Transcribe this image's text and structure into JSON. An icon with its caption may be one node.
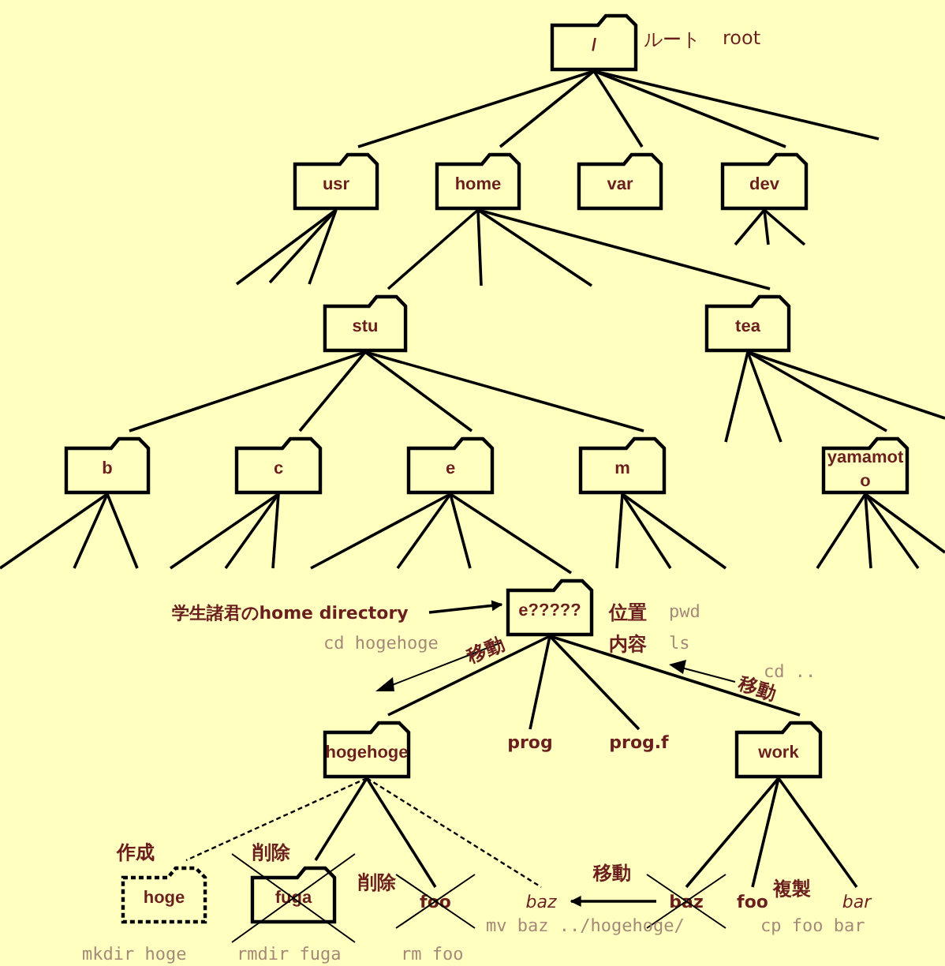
{
  "diagram": {
    "nodes": [
      {
        "text": [
          "/"
        ],
        "beside": [
          "ルート",
          "root"
        ]
      },
      {
        "text": [
          "usr"
        ]
      },
      {
        "text": [
          "home"
        ]
      },
      {
        "text": [
          "var"
        ]
      },
      {
        "text": [
          "dev"
        ]
      },
      {
        "text": [
          "stu"
        ]
      },
      {
        "text": [
          "tea"
        ]
      },
      {
        "text": [
          "b"
        ]
      },
      {
        "text": [
          "c"
        ]
      },
      {
        "text": [
          "e"
        ]
      },
      {
        "text": [
          "m"
        ]
      },
      {
        "text": [
          "yamamoto"
        ]
      },
      {
        "text": [
          "e?????"
        ]
      },
      {
        "text": [
          "学生諸君のhome directory"
        ]
      },
      {
        "text": [
          "hogehoge"
        ]
      },
      {
        "text": [
          "prog"
        ]
      },
      {
        "text": [
          "prog.f"
        ]
      },
      {
        "text": [
          "work"
        ]
      },
      {
        "text": [
          "hoge"
        ]
      },
      {
        "text": [
          "fuga"
        ]
      },
      {
        "text": [
          "foo"
        ]
      },
      {
        "text": [
          "baz"
        ]
      },
      {
        "text": [
          "baz"
        ]
      },
      {
        "text": [
          "foo"
        ]
      },
      {
        "text": [
          "bar"
        ]
      }
    ],
    "edges": [
      {
        "from": 0,
        "to": 1,
        "arrow": "none"
      },
      {
        "from": 0,
        "to": 2,
        "arrow": "none"
      },
      {
        "from": 0,
        "to": 3,
        "arrow": "none"
      },
      {
        "from": 0,
        "to": 4,
        "arrow": "none"
      },
      {
        "from": 0,
        "to": null,
        "arrow": "none"
      },
      {
        "from": 1,
        "to": null,
        "arrow": "none"
      },
      {
        "from": 1,
        "to": null,
        "arrow": "none"
      },
      {
        "from": 1,
        "to": null,
        "arrow": "none"
      },
      {
        "from": 2,
        "to": 5,
        "arrow": "none"
      },
      {
        "from": 2,
        "to": null,
        "arrow": "none"
      },
      {
        "from": 2,
        "to": null,
        "arrow": "none"
      },
      {
        "from": 2,
        "to": 6,
        "arrow": "none"
      },
      {
        "from": 4,
        "to": null,
        "arrow": "none"
      },
      {
        "from": 4,
        "to": null,
        "arrow": "none"
      },
      {
        "from": 4,
        "to": null,
        "arrow": "none"
      },
      {
        "from": 5,
        "to": 7,
        "arrow": "none"
      },
      {
        "from": 5,
        "to": 8,
        "arrow": "none"
      },
      {
        "from": 5,
        "to": 9,
        "arrow": "none"
      },
      {
        "from": 5,
        "to": 10,
        "arrow": "none"
      },
      {
        "from": 6,
        "to": null,
        "arrow": "none"
      },
      {
        "from": 6,
        "to": null,
        "arrow": "none"
      },
      {
        "from": 6,
        "to": 11,
        "arrow": "none"
      },
      {
        "from": 6,
        "to": null,
        "arrow": "none"
      },
      {
        "from": 7,
        "to": null,
        "arrow": "none"
      },
      {
        "from": 7,
        "to": null,
        "arrow": "none"
      },
      {
        "from": 7,
        "to": null,
        "arrow": "none"
      },
      {
        "from": 8,
        "to": null,
        "arrow": "none"
      },
      {
        "from": 8,
        "to": null,
        "arrow": "none"
      },
      {
        "from": 8,
        "to": null,
        "arrow": "none"
      },
      {
        "from": 9,
        "to": null,
        "arrow": "none"
      },
      {
        "from": 9,
        "to": null,
        "arrow": "none"
      },
      {
        "from": 9,
        "to": null,
        "arrow": "none"
      },
      {
        "from": 9,
        "to": 12,
        "arrow": "none"
      },
      {
        "from": 10,
        "to": null,
        "arrow": "none"
      },
      {
        "from": 10,
        "to": null,
        "arrow": "none"
      },
      {
        "from": 10,
        "to": null,
        "arrow": "none"
      },
      {
        "from": 11,
        "to": null,
        "arrow": "none"
      },
      {
        "from": 11,
        "to": null,
        "arrow": "none"
      },
      {
        "from": 11,
        "to": null,
        "arrow": "none"
      },
      {
        "from": 11,
        "to": null,
        "arrow": "none"
      },
      {
        "from": 13,
        "to": 12,
        "arrow": "to"
      },
      {
        "from": 12,
        "to": 14,
        "arrow": "none"
      },
      {
        "from": 12,
        "to": 15,
        "arrow": "none"
      },
      {
        "from": 12,
        "to": 16,
        "arrow": "none"
      },
      {
        "from": 12,
        "to": 17,
        "arrow": "none"
      },
      {
        "from": 14,
        "to": 18,
        "arrow": "none",
        "style": "dashed"
      },
      {
        "from": 14,
        "to": 19,
        "arrow": "none"
      },
      {
        "from": 14,
        "to": 20,
        "arrow": "none"
      },
      {
        "from": 14,
        "to": 21,
        "arrow": "none",
        "style": "dashed"
      },
      {
        "from": 17,
        "to": 22,
        "arrow": "none"
      },
      {
        "from": 17,
        "to": 23,
        "arrow": "none"
      },
      {
        "from": 17,
        "to": 24,
        "arrow": "none"
      },
      {
        "from": 22,
        "to": 21,
        "arrow": "to",
        "label": "移動"
      }
    ],
    "labels": [
      "cd hogehoge",
      "位置",
      "pwd",
      "内容",
      "ls",
      "移動",
      "移動",
      "cd ..",
      "作成",
      "削除",
      "削除",
      "複製",
      "mv baz ../hogehoge/",
      "cp foo bar",
      "mkdir hoge",
      "rmdir fuga",
      "rm foo"
    ]
  }
}
